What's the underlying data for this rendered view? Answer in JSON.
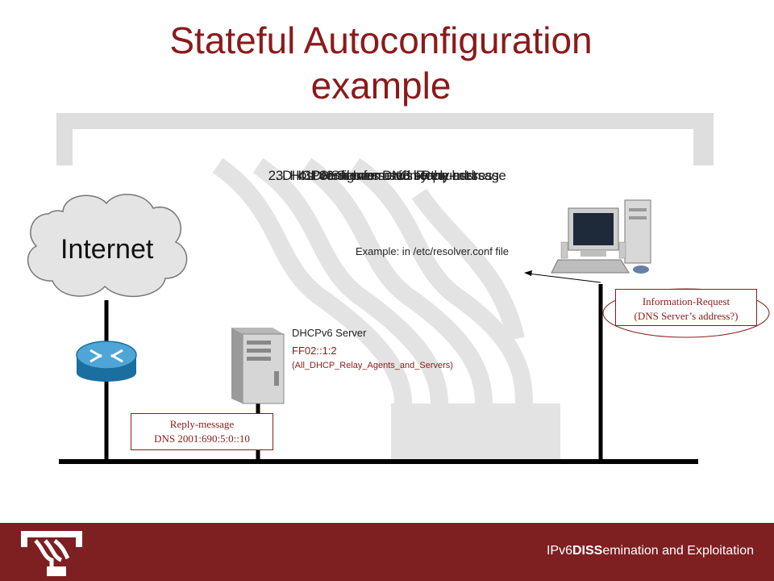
{
  "slide": {
    "title_line1": "Stateful Autoconfiguration",
    "title_line2": "example",
    "overlay_lines": [
      "1. Send Information-Request",
      "2. DHCPv6 Server sends Reply-message",
      "3. Host configures DNS server address",
      "4. DNS server used by the host"
    ],
    "internet_label": "Internet",
    "resolver_note": "Example: in /etc/resolver.conf file",
    "server_label": "DHCPv6 Server",
    "multicast_address": "FF02::1:2",
    "multicast_name": "(All_DHCP_Relay_Agents_and_Servers)",
    "info_request_line1": "Information-Request",
    "info_request_line2": "(DNS Server’s address?)",
    "reply_line1": "Reply-message",
    "reply_line2": "DNS 2001:690:5:0::10"
  },
  "footer": {
    "brand_prefix": "IPv6",
    "brand_bold": "DISS",
    "brand_suffix": "emination and Exploitation"
  },
  "colors": {
    "accent": "#8b1a1a",
    "footer_bg": "#7e1f22",
    "watermark": "#d9d9d9",
    "cloud": "#e4e4e4"
  }
}
